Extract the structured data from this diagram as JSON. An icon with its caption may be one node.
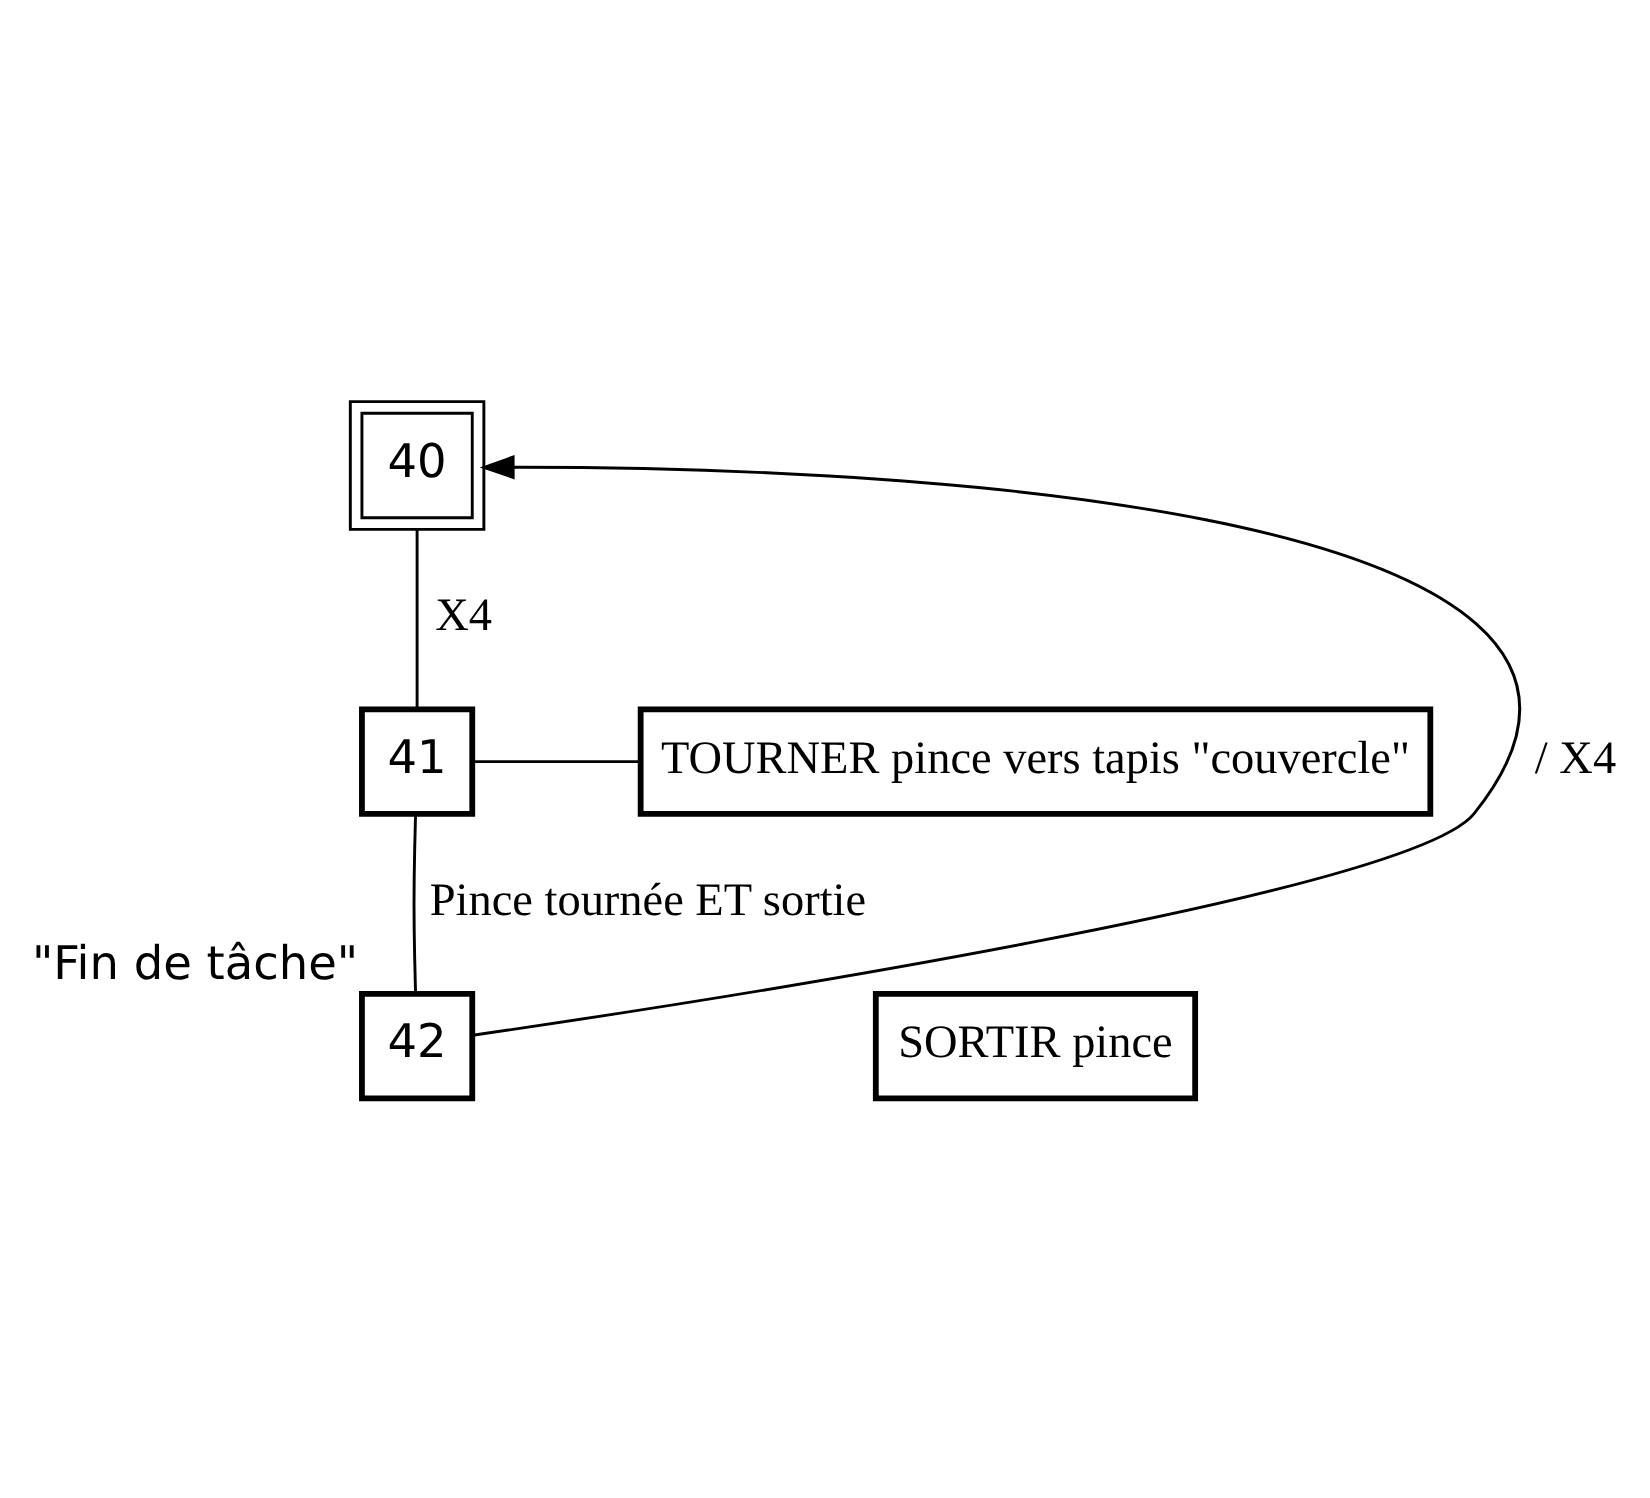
{
  "diagram": {
    "nodes": [
      {
        "text": [
          "40"
        ]
      },
      {
        "text": [
          "41"
        ]
      },
      {
        "text": [
          "TOURNER pince vers tapis \"couvercle\""
        ]
      },
      {
        "text": [
          "SORTIR pince"
        ]
      },
      {
        "text": [
          "42"
        ],
        "beside": [
          "\"Fin de tâche\""
        ]
      }
    ],
    "edges": [
      {
        "from": 0,
        "to": 1,
        "arrow": "none",
        "label": "X4"
      },
      {
        "from": 1,
        "to": 4,
        "arrow": "none",
        "label": "Pince tournée ET sortie"
      },
      {
        "from": 4,
        "to": 0,
        "arrow": "to",
        "label": "/ X4"
      },
      {
        "from": 1,
        "to": 2,
        "arrow": "none"
      }
    ]
  }
}
